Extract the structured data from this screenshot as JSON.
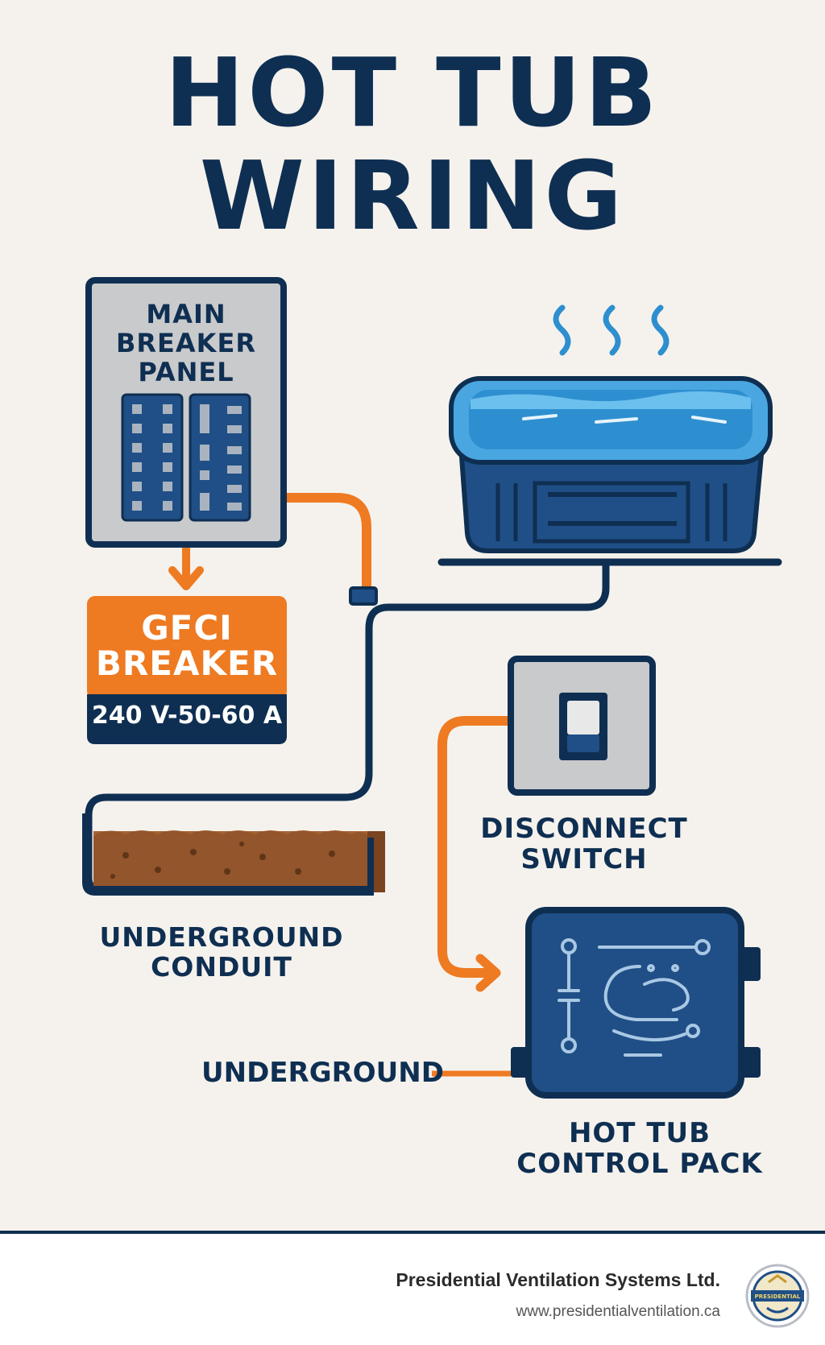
{
  "title": {
    "line1": "HOT TUB",
    "line2": "WIRING"
  },
  "panel": {
    "line1": "MAIN",
    "line2": "BREAKER",
    "line3": "PANEL"
  },
  "gfci": {
    "line1": "GFCI",
    "line2": "BREAKER",
    "rating": "240 V-50-60 A"
  },
  "conduit": {
    "line1": "UNDERGROUND",
    "line2": "CONDUIT"
  },
  "switch": {
    "line1": "DISCONNECT",
    "line2": "SWITCH"
  },
  "pack": {
    "line1": "HOT TUB",
    "line2": "CONTROL PACK"
  },
  "underground_label": "UNDERGROUND",
  "footer": {
    "company": "Presidential Ventilation Systems Ltd.",
    "url": "www.presidentialventilation.ca",
    "seal_text": "PRESIDENTIAL"
  },
  "colors": {
    "navy": "#0f2f52",
    "orange": "#ee7a22",
    "panel_gray": "#c9cacc",
    "water_blue": "#2e8fd0",
    "tub_blue": "#1f4f86",
    "soil": "#93552b",
    "background": "#f5f2ed"
  }
}
